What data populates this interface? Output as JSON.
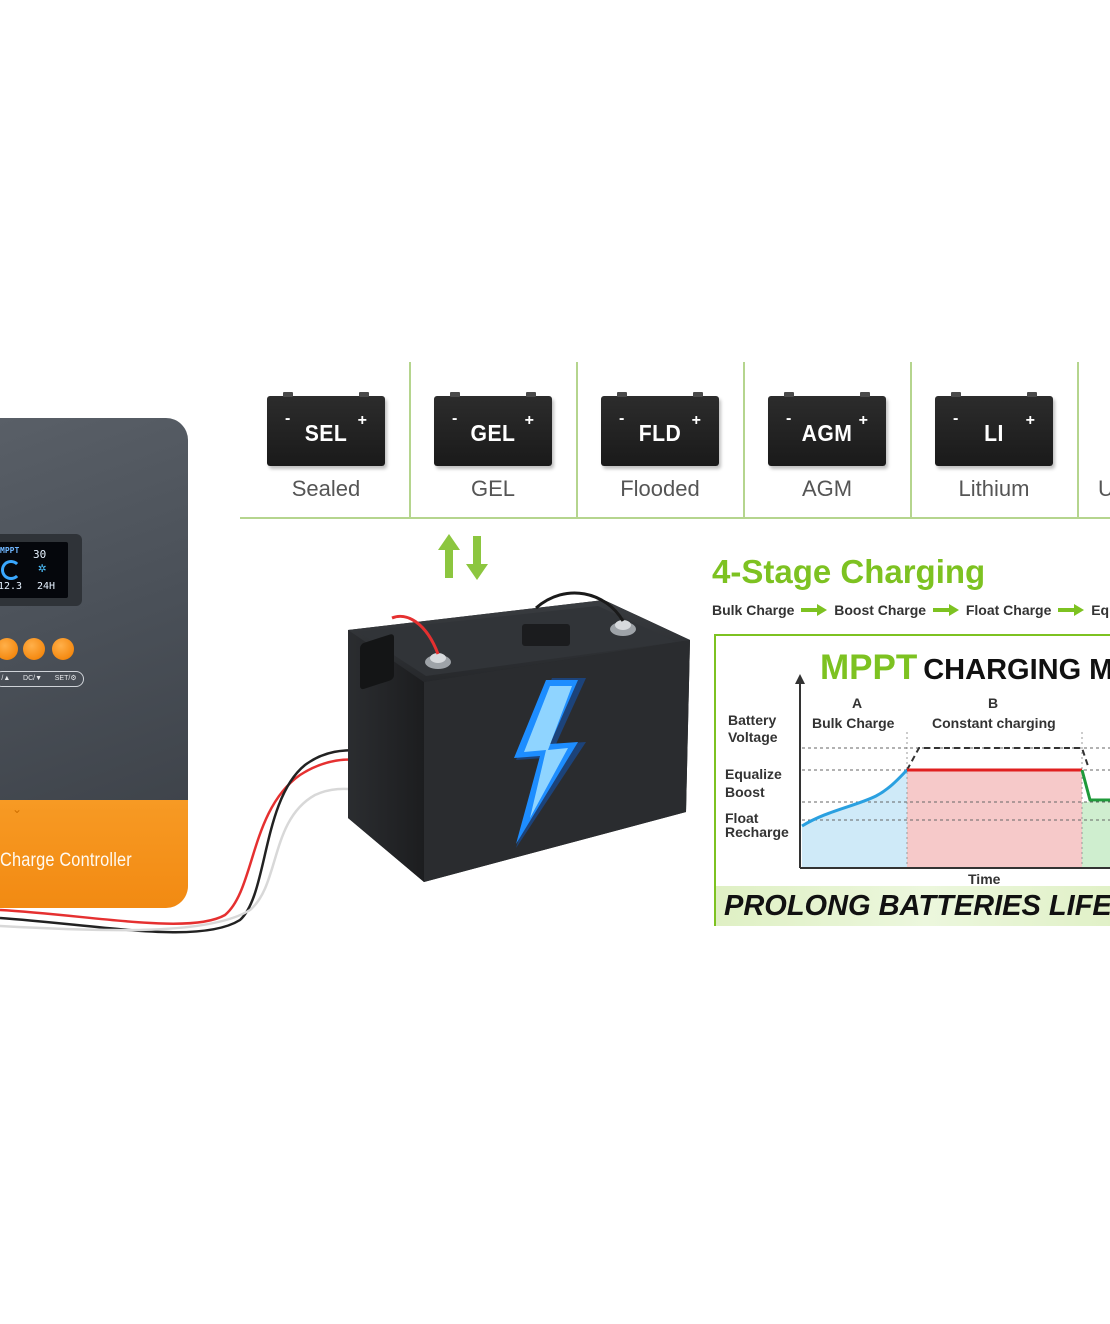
{
  "controller": {
    "display": {
      "brand": "MPPT",
      "pv_reading": "30",
      "battery_reading": "12.3",
      "system_voltage": "24H"
    },
    "keypad": [
      "/▲",
      "DC/▼",
      "SET/⚙"
    ],
    "label": "Charge Controller",
    "colors": {
      "body": "#4f555c",
      "accent": "#f28a12"
    }
  },
  "battery_types": [
    {
      "code": "SEL",
      "name": "Sealed"
    },
    {
      "code": "GEL",
      "name": "GEL"
    },
    {
      "code": "FLD",
      "name": "Flooded"
    },
    {
      "code": "AGM",
      "name": "AGM"
    },
    {
      "code": "LI",
      "name": "Lithium"
    },
    {
      "code": "",
      "name": "U"
    }
  ],
  "battery_terminals": {
    "minus": "-",
    "plus": "+"
  },
  "charging": {
    "title": "4-Stage Charging",
    "stages": [
      "Bulk Charge",
      "Boost Charge",
      "Float Charge",
      "Equaliz"
    ],
    "accent_color": "#7dc221",
    "panel": {
      "heading_brand": "MPPT",
      "heading_text": "CHARGING M",
      "y_axis_title": "Battery Voltage",
      "levels": [
        "Equalize",
        "Boost",
        "Float",
        "Recharge"
      ],
      "x_axis_title": "Time",
      "phases": [
        {
          "letter": "A",
          "label": "Bulk Charge"
        },
        {
          "letter": "B",
          "label": "Constant charging"
        }
      ],
      "footer": "PROLONG BATTERIES LIFE"
    }
  },
  "icons": [
    "up-arrow-icon",
    "down-arrow-icon",
    "lightning-bolt-icon"
  ]
}
